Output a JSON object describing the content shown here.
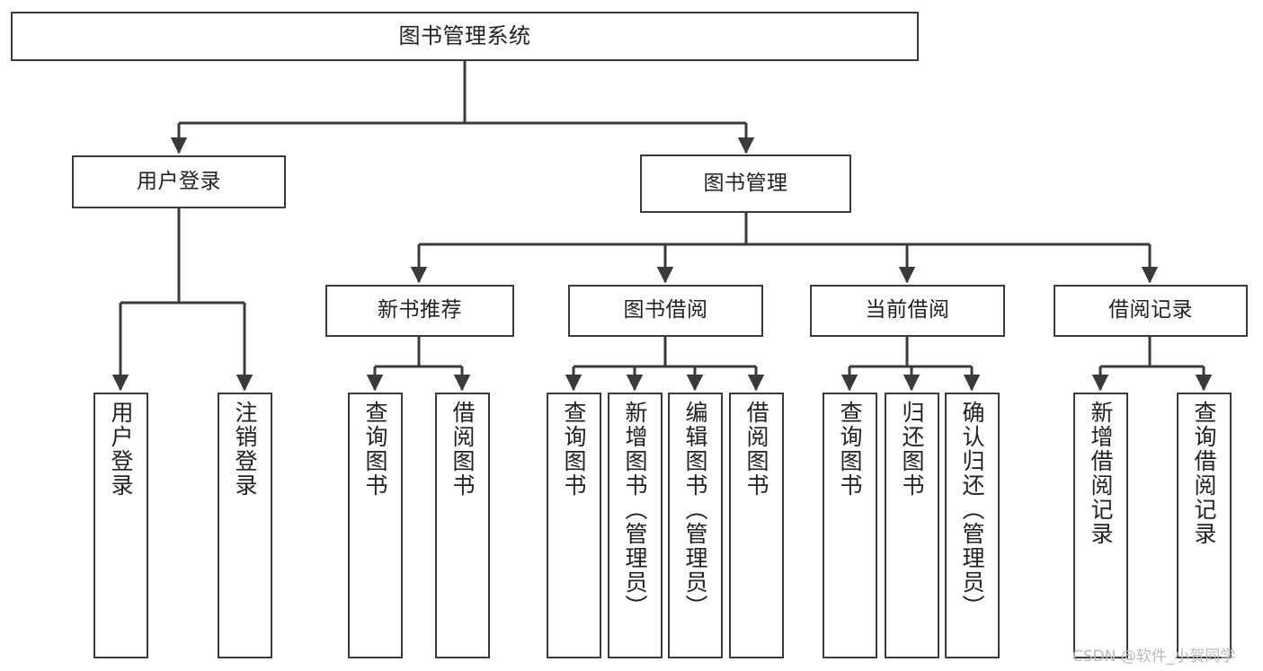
{
  "diagram": {
    "type": "tree-hierarchy",
    "title": "图书管理系统",
    "watermark": "CSDN @软件_小贺同学",
    "colors": {
      "box_border": "#3a3a3a",
      "box_fill": "#ffffff",
      "connector": "#3a3a3a",
      "text": "#222222",
      "watermark": "#b9b9b9",
      "background": "#ffffff"
    },
    "nodes": {
      "root": {
        "label": "图书管理系统"
      },
      "level2": [
        {
          "id": "user-login",
          "label": "用户登录"
        },
        {
          "id": "book-manage",
          "label": "图书管理"
        }
      ],
      "level3": [
        {
          "id": "new-book-recommend",
          "label": "新书推荐"
        },
        {
          "id": "book-borrow",
          "label": "图书借阅"
        },
        {
          "id": "current-borrow",
          "label": "当前借阅"
        },
        {
          "id": "borrow-record",
          "label": "借阅记录"
        }
      ],
      "leaves": {
        "user_login": [
          {
            "id": "leaf-user-login",
            "label": "用户登录"
          },
          {
            "id": "leaf-logout-login",
            "label": "注销登录"
          }
        ],
        "new_book_recommend": [
          {
            "id": "leaf-query-book-1",
            "label": "查询图书"
          },
          {
            "id": "leaf-borrow-book-1",
            "label": "借阅图书"
          }
        ],
        "book_borrow": [
          {
            "id": "leaf-query-book-2",
            "label": "查询图书"
          },
          {
            "id": "leaf-add-book-admin",
            "label": "新增图书（管理员）"
          },
          {
            "id": "leaf-edit-book-admin",
            "label": "编辑图书（管理员）"
          },
          {
            "id": "leaf-borrow-book-2",
            "label": "借阅图书"
          }
        ],
        "current_borrow": [
          {
            "id": "leaf-query-book-3",
            "label": "查询图书"
          },
          {
            "id": "leaf-return-book",
            "label": "归还图书"
          },
          {
            "id": "leaf-confirm-return-admin",
            "label": "确认归还（管理员）"
          }
        ],
        "borrow_record": [
          {
            "id": "leaf-add-borrow-record",
            "label": "新增借阅记录"
          },
          {
            "id": "leaf-query-borrow-record",
            "label": "查询借阅记录"
          }
        ]
      }
    }
  }
}
